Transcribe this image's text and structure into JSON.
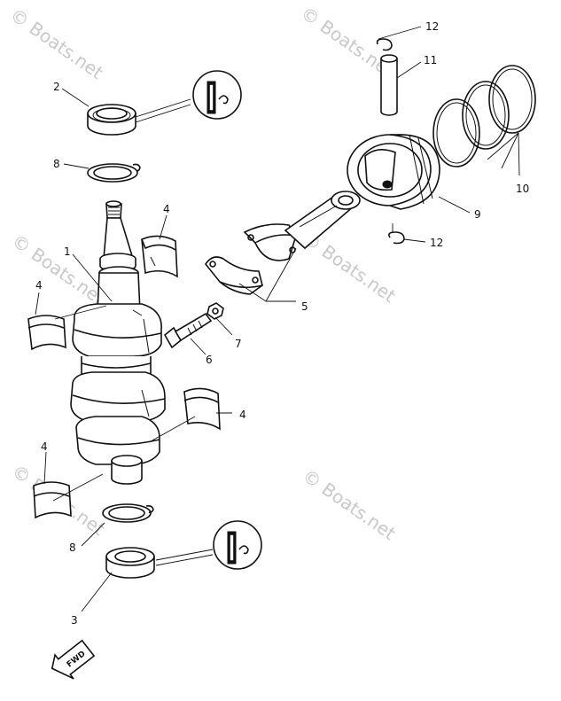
{
  "watermarks": [
    "© Boats.net",
    "© Boats.net",
    "© Boats.net",
    "© Boats.net",
    "© Boats.net",
    "© Boats.net"
  ],
  "callouts": {
    "c1": "1",
    "c2": "2",
    "c3": "3",
    "c4a": "4",
    "c4b": "4",
    "c4c": "4",
    "c4d": "4",
    "c5": "5",
    "c6": "6",
    "c7": "7",
    "c8a": "8",
    "c8b": "8",
    "c9": "9",
    "c10": "10",
    "c11": "11",
    "c12a": "12",
    "c12b": "12"
  },
  "fwd_label": "FWD"
}
